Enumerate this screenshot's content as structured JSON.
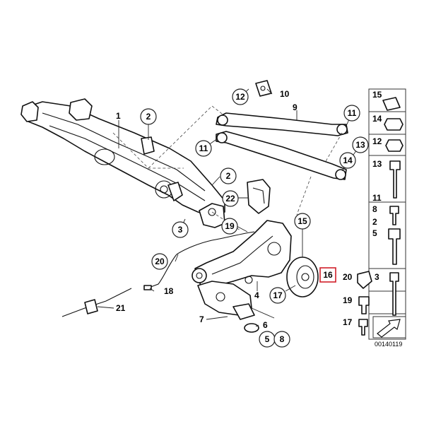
{
  "diagram": {
    "callouts": {
      "c1": "1",
      "c2a": "2",
      "c2b": "2",
      "c3": "3",
      "c4": "4",
      "c5": "5",
      "c6": "6",
      "c7": "7",
      "c8": "8",
      "c9": "9",
      "c10": "10",
      "c11a": "11",
      "c11b": "11",
      "c12": "12",
      "c13": "13",
      "c14": "14",
      "c15": "15",
      "c16": "16",
      "c17": "17",
      "c18": "18",
      "c19": "19",
      "c20": "20",
      "c21": "21",
      "c22": "22"
    },
    "highlight_color": "#d0202a",
    "legend_panel": {
      "rows": [
        "15",
        "14",
        "12",
        "13",
        "11",
        "8",
        "2",
        "5",
        "20",
        "3",
        "19",
        "17"
      ]
    },
    "drawing_code": "00140119"
  }
}
